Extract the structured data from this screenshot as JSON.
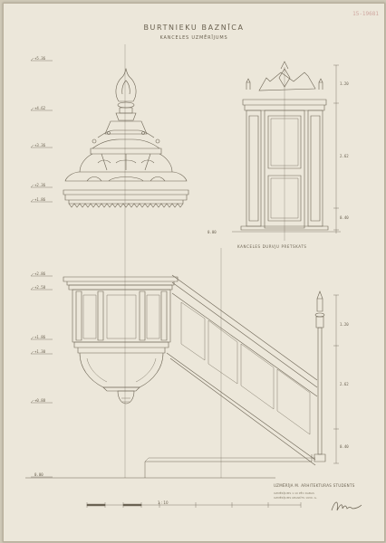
{
  "document": {
    "title": "BURTNIEKU BAZNĪCA",
    "subtitle": "KANCELES UZMĒRĪJUMS",
    "stamp": "15-19681",
    "door_caption": "KANCELES DURVJU PRETSKATS",
    "footer": {
      "line1": "UZMĒRĪJA M. ARHITEKTURAS STUDENTS",
      "line2": "UZMĒRĪJUMS 1:10 PĒC DABAS",
      "line3": "UZMĒRĪJUMS IZDARĪTS 1930. G."
    },
    "scale_text": "1 : 10"
  },
  "level_marks": [
    "+5.36",
    "+4.62",
    "+3.36",
    "+2.36",
    "+1.86",
    "+2.86",
    "+2.58",
    "+1.86",
    "+1.30",
    "+0.88",
    "0.00",
    "0.00"
  ],
  "door_dims": [
    "1.20",
    "2.62",
    "0.40"
  ],
  "post_dims": [
    "1.20",
    "2.62",
    "0.40"
  ]
}
